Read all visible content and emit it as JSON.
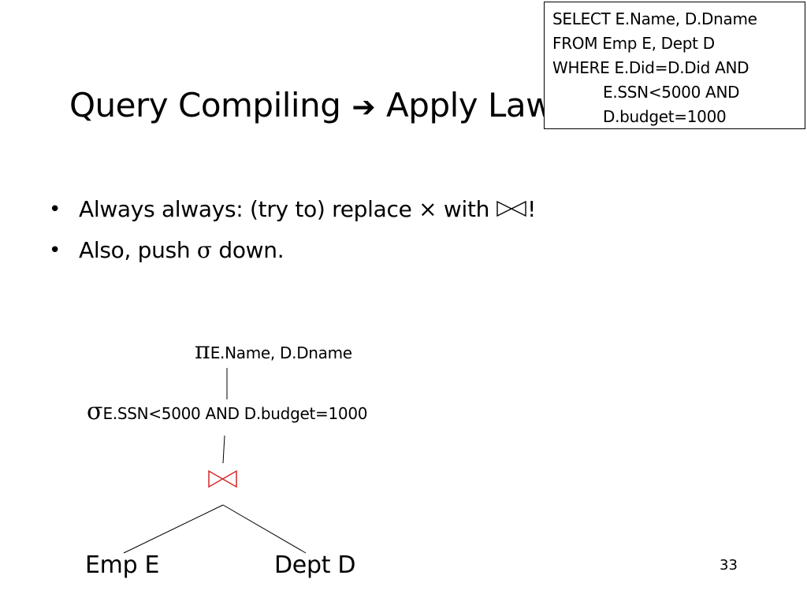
{
  "title": {
    "left": "Query Compiling",
    "arrow": "➔",
    "right": "Apply Laws"
  },
  "sql": {
    "line1": "SELECT E.Name, D.Dname",
    "line2": "FROM Emp E, Dept D",
    "line3": "WHERE E.Did=D.Did AND",
    "line4": "E.SSN<5000 AND",
    "line5": "D.budget=1000"
  },
  "bullets": {
    "marker": "•",
    "b1": {
      "text": "Always always: (try to) replace",
      "cross": "×",
      "with": "with",
      "end": "!"
    },
    "b2": {
      "prefix": "Also, push",
      "sigma": "σ",
      "suffix": "down."
    }
  },
  "tree": {
    "projection": {
      "symbol": "π",
      "attrs": "E.Name, D.Dname"
    },
    "selection": {
      "symbol": "σ",
      "condition": "E.SSN<5000 AND D.budget=1000"
    },
    "join": {
      "symbol": "join-icon",
      "color": "#d62828"
    },
    "left_leaf": "Emp E",
    "right_leaf": "Dept D"
  },
  "page_number": "33"
}
